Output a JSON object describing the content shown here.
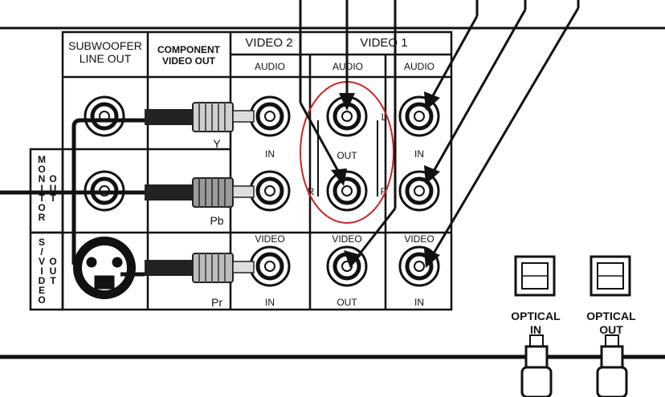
{
  "panel": {
    "subwoofer_line1": "SUBWOOFER",
    "subwoofer_line2": "LINE OUT",
    "component_line1": "COMPONENT",
    "component_line2": "VIDEO OUT",
    "video2": "VIDEO 2",
    "video1": "VIDEO 1",
    "audio_v2": "AUDIO",
    "audio_v1_out": "AUDIO",
    "audio_v1_in": "AUDIO",
    "in_audio_v2": "IN",
    "out_audio_v1": "OUT",
    "in_audio_v1": "IN",
    "side_L": "L",
    "side_R_left": "R",
    "side_R_right": "R",
    "comp_Y": "Y",
    "comp_Pb": "Pb",
    "comp_Pr": "Pr",
    "video_v2": "VIDEO",
    "video_v1_out": "VIDEO",
    "video_v1_in": "VIDEO",
    "in_video_v2": "IN",
    "out_video_v1": "OUT",
    "in_video_v1": "IN",
    "monitor_out_letters": [
      "M",
      "O",
      "N",
      "I",
      "T",
      "O",
      "R"
    ],
    "monitor_out_letters2": [
      "O",
      "U",
      "T"
    ],
    "svideo_letters": [
      "S",
      "/",
      "V",
      "I",
      "D",
      "E",
      "O"
    ],
    "svideo_out_letters": [
      "O",
      "U",
      "T"
    ]
  },
  "optical": {
    "in_line1": "OPTICAL",
    "in_line2": "IN",
    "out_line1": "OPTICAL",
    "out_line2": "OUT"
  },
  "colors": {
    "line": "#111111",
    "highlight": "#cc2222",
    "plug_dark": "#2a2a2a",
    "plug_mid": "#777777",
    "plug_light": "#cfcfcf"
  }
}
